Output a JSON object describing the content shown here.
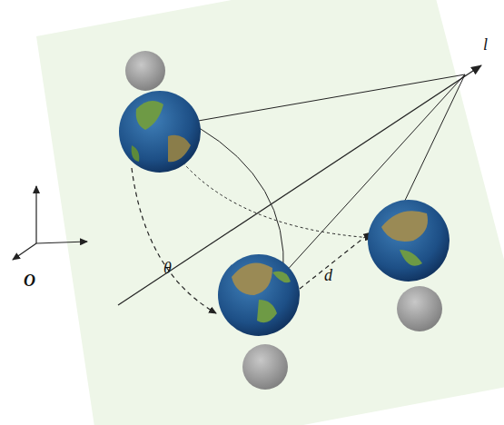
{
  "diagram": {
    "labels": [
      "l",
      "O",
      "θ",
      "d"
    ]
  }
}
